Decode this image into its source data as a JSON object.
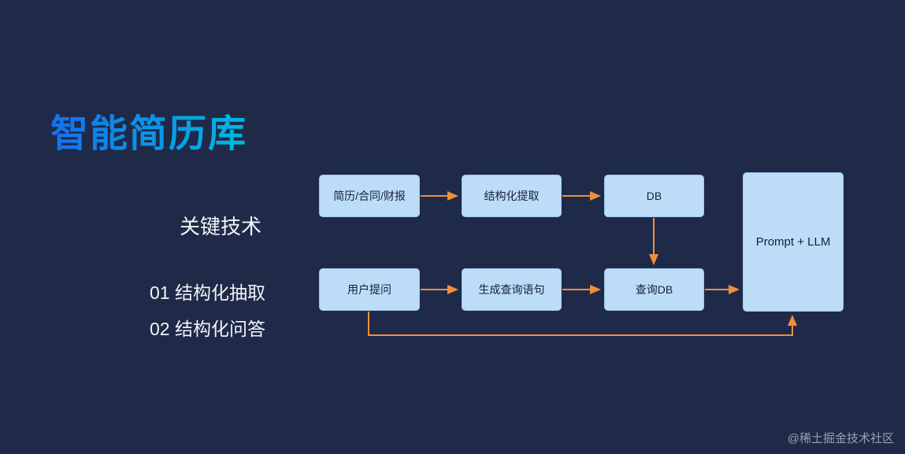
{
  "title": "智能简历库",
  "subtitle": "关键技术",
  "bullets": [
    "01 结构化抽取",
    "02 结构化问答"
  ],
  "watermark": "@稀土掘金技术社区",
  "colors": {
    "background": "#1f2a48",
    "box_fill": "#bddcf8",
    "box_border": "#9ccaef",
    "box_text": "#122138",
    "arrow": "#ef8f3e",
    "title_grad_start": "#1470ee",
    "title_grad_end": "#00b9e0",
    "text_white": "#f2f4f8",
    "watermark": "#9aa0ab"
  },
  "diagram": {
    "nodes": [
      {
        "id": "input",
        "label": "简历/合同/财报"
      },
      {
        "id": "extract",
        "label": "结构化提取"
      },
      {
        "id": "db",
        "label": "DB"
      },
      {
        "id": "question",
        "label": "用户提问"
      },
      {
        "id": "genquery",
        "label": "生成查询语句"
      },
      {
        "id": "querydb",
        "label": "查询DB"
      },
      {
        "id": "promptllm",
        "label": "Prompt + LLM"
      }
    ],
    "edges": [
      {
        "from": "简历/合同/财报",
        "to": "结构化提取"
      },
      {
        "from": "结构化提取",
        "to": "DB"
      },
      {
        "from": "DB",
        "to": "查询DB"
      },
      {
        "from": "用户提问",
        "to": "生成查询语句"
      },
      {
        "from": "生成查询语句",
        "to": "查询DB"
      },
      {
        "from": "查询DB",
        "to": "Prompt + LLM"
      },
      {
        "from": "用户提问",
        "to": "Prompt + LLM"
      }
    ]
  }
}
